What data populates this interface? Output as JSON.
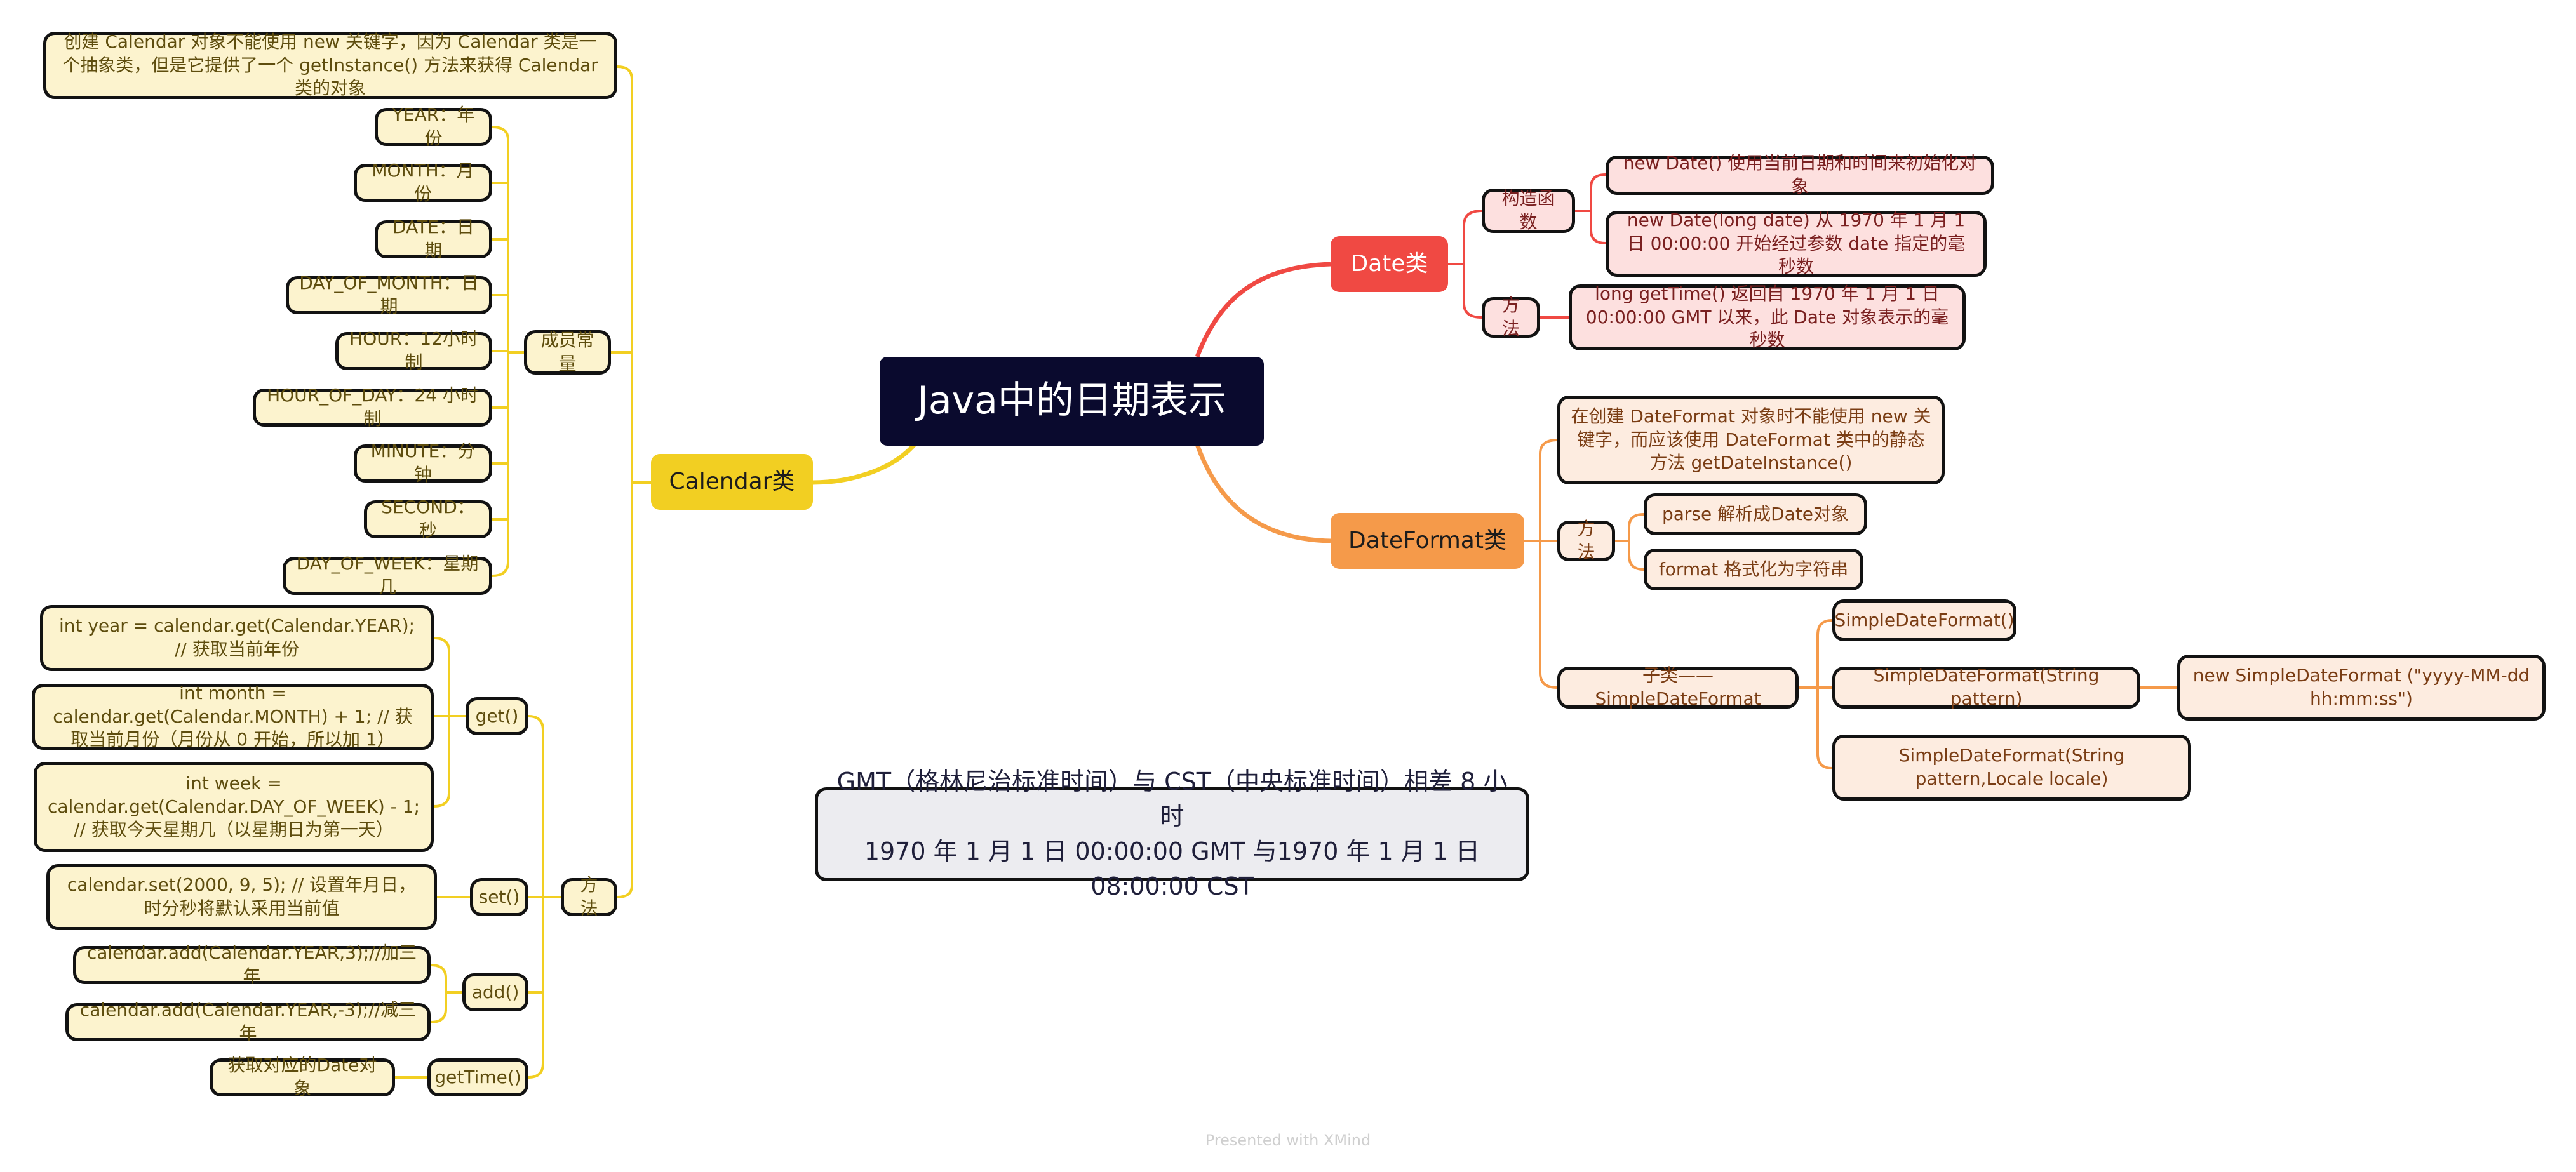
{
  "title": "Java中的日期表示",
  "calendar": {
    "label": "Calendar类",
    "intro": "创建 Calendar 对象不能使用 new 关键字，因为 Calendar 类是一个抽象类，但是它提供了一个 getInstance() 方法来获得 Calendar类的对象",
    "constants_label": "成员常量",
    "constants": [
      "YEAR：年份",
      "MONTH：月份",
      "DATE：日期",
      "DAY_OF_MONTH：日期",
      "HOUR：12小时制",
      "HOUR_OF_DAY：24 小时制",
      "MINUTE：分钟",
      "SECOND：秒",
      "DAY_OF_WEEK：星期几"
    ],
    "methods_label": "方法",
    "get_label": "get()",
    "get_items": [
      "int year = calendar.get(Calendar.YEAR); // 获取当前年份",
      "int month = calendar.get(Calendar.MONTH) + 1; // 获取当前月份（月份从 0 开始，所以加 1）",
      "int week = calendar.get(Calendar.DAY_OF_WEEK) - 1; // 获取今天星期几（以星期日为第一天）"
    ],
    "set_label": "set()",
    "set_item": "calendar.set(2000, 9, 5); // 设置年月日，时分秒将默认采用当前值",
    "add_label": "add()",
    "add_items": [
      "calendar.add(Calendar.YEAR,3);//加三年",
      "calendar.add(Calendar.YEAR,-3);//减三年"
    ],
    "gettime_label": "getTime()",
    "gettime_item": "获取对应的Date对象"
  },
  "date": {
    "label": "Date类",
    "constructor_label": "构造函数",
    "constructors": [
      "new Date()  使用当前日期和时间来初始化对象",
      "new Date(long date)  从 1970 年 1 月 1 日 00:00:00 开始经过参数 date 指定的毫秒数"
    ],
    "method_label": "方法",
    "method": "long getTime()  返回自 1970 年 1 月 1 日 00:00:00 GMT 以来，此 Date 对象表示的毫秒数"
  },
  "dateformat": {
    "label": "DateFormat类",
    "intro": "在创建 DateFormat 对象时不能使用 new 关键字，而应该使用 DateFormat 类中的静态方法 getDateInstance()",
    "methods_label": "方法",
    "methods": [
      "parse     解析成Date对象",
      "format   格式化为字符串"
    ],
    "subclass_label": "子类——SimpleDateFormat",
    "subclass_items": [
      "SimpleDateFormat()",
      "SimpleDateFormat(String pattern)",
      "SimpleDateFormat(String pattern,Locale locale)"
    ],
    "pattern_example": "new SimpleDateFormat (\"yyyy-MM-dd hh:mm:ss\")"
  },
  "note": "GMT（格林尼治标准时间）与 CST（中央标准时间）相差 8 小时\n1970 年 1 月 1 日 00:00:00 GMT 与1970 年 1 月 1 日 08:00:00 CST",
  "watermark": "Presented with XMind",
  "colors": {
    "calendar": "#f2cf22",
    "date": "#f04943",
    "dateformat": "#f59a4a",
    "root": "#0a0a2e"
  }
}
